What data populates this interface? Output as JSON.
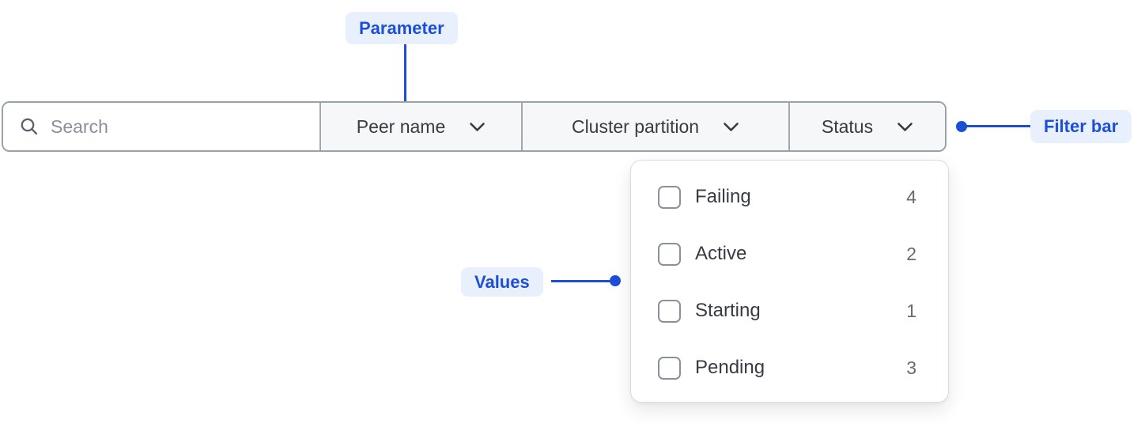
{
  "annotations": {
    "parameter_label": "Parameter",
    "filter_bar_label": "Filter bar",
    "values_label": "Values"
  },
  "filter_bar": {
    "search_placeholder": "Search",
    "search_value": "",
    "dropdowns": [
      {
        "label": "Peer name"
      },
      {
        "label": "Cluster partition"
      },
      {
        "label": "Status"
      }
    ]
  },
  "status_dropdown": {
    "options": [
      {
        "label": "Failing",
        "count": "4",
        "checked": false
      },
      {
        "label": "Active",
        "count": "2",
        "checked": false
      },
      {
        "label": "Starting",
        "count": "1",
        "checked": false
      },
      {
        "label": "Pending",
        "count": "3",
        "checked": false
      }
    ]
  },
  "colors": {
    "accent_blue": "#1D4ED8",
    "annotation_badge_bg": "#E8F0FD",
    "bar_border": "#99A1AB",
    "section_bg": "#F6F7F8",
    "dark_text": "#363B44",
    "placeholder_text": "#8A909A",
    "count_text": "#646B77",
    "panel_border": "#D9DCE1",
    "checkbox_border": "#8B919C"
  }
}
